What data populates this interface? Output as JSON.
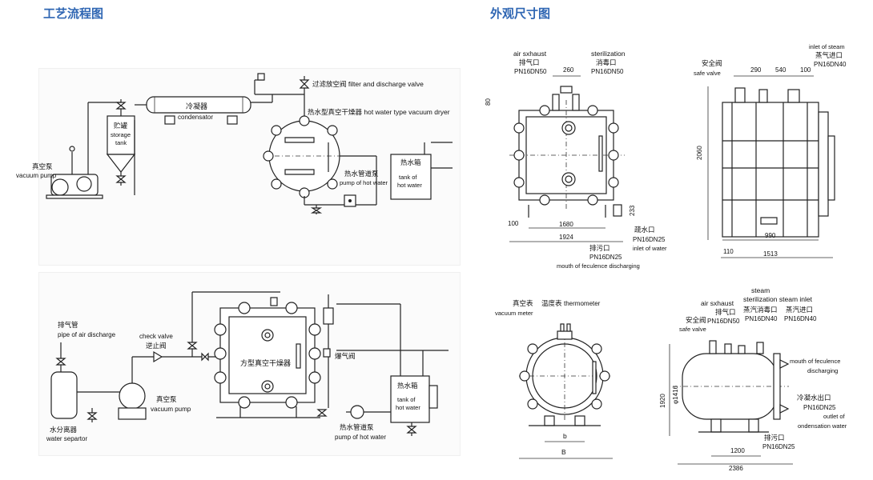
{
  "headings": {
    "process": "工艺流程图",
    "dimension": "外观尺寸图"
  },
  "flow1": {
    "filter_valve": "过滤放空阀 filter and discharge valve",
    "condenser": "冷凝器",
    "condenser_en": "condensator",
    "dryer_label": "热水型真空干燥器 hot water type vacuum dryer",
    "storage_tank_cn": "贮罐",
    "storage_tank_en1": "storage",
    "storage_tank_en2": "tank",
    "vacuum_pump_cn": "真空泵",
    "vacuum_pump_en": "vacuum pump",
    "hw_pump_cn": "热水管道泵",
    "hw_pump_en": "pump of hot water",
    "hw_tank_cn": "热水箱",
    "hw_tank_en1": "tank of",
    "hw_tank_en2": "hot water"
  },
  "flow2": {
    "exhaust_pipe_cn": "排气管",
    "exhaust_pipe_en": "pipe of air discharge",
    "check_valve_en": "check valve",
    "check_valve_cn": "逆止阀",
    "dryer_cn": "方型真空干燥器",
    "burst_valve_cn": "爆气阀",
    "water_sep_cn": "水分离器",
    "water_sep_en": "water separtor",
    "vac_pump_cn": "真空泵",
    "vac_pump_en": "vacuum pump",
    "hw_tank_cn": "热水箱",
    "hw_tank_en1": "tank of",
    "hw_tank_en2": "hot water",
    "hw_pump_cn": "热水管道泵",
    "hw_pump_en": "pump of hot water"
  },
  "dim1": {
    "air_ex_en": "air sxhaust",
    "air_ex_cn": "排气口",
    "air_ex_pn": "PN16DN50",
    "steril_en": "sterilization",
    "steril_cn": "消毒口",
    "steril_pn": "PN16DN50",
    "d260": "260",
    "d80": "80",
    "d233": "233",
    "d100": "100",
    "d1680": "1680",
    "d1924": "1924",
    "drain_cn": "疏水口",
    "drain_pn": "PN16DN25",
    "drain_en": "inlet of water",
    "sewage_cn": "排污口",
    "sewage_pn": "PN16DN25",
    "sewage_en": "mouth of feculence discharging"
  },
  "dim2": {
    "safe_cn": "安全阀",
    "safe_en": "safe valve",
    "d290": "290",
    "d540": "540",
    "d100": "100",
    "steam_en": "inlet of steam",
    "steam_cn": "蒸气进口",
    "steam_pn": "PN16DN40",
    "d2060": "2060",
    "d990": "990",
    "d110": "110",
    "d1513": "1513"
  },
  "dim3": {
    "vac_meter_cn": "真空表",
    "thermo_cn": "温度表",
    "thermo_en": "thermometer",
    "vac_meter_en": "vacuum meter",
    "b_small": "b",
    "b_big": "B"
  },
  "dim4": {
    "steam_title": "steam",
    "steril_inlet": "sterilization steam inlet",
    "air_ex_en": "air sxhaust",
    "air_ex_cn": "排气口",
    "air_ex_pn": "PN16DN50",
    "steril_cn": "蒸汽消毒口",
    "steril_pn": "PN16DN40",
    "steam_cn": "蒸汽进口",
    "steam_pn": "PN16DN40",
    "safe_cn": "安全阀",
    "safe_en": "safe valve",
    "mouth_en1": "mouth of feculence",
    "mouth_en2": "discharging",
    "d1920": "1920",
    "d1416": "φ1416",
    "cond_cn": "冷凝水出口",
    "cond_pn": "PN16DN25",
    "cond_en1": "outlet of",
    "cond_en2": "ondensation water",
    "sew_cn": "排污口",
    "sew_pn": "PN16DN25",
    "d1200": "1200",
    "d2386": "2386"
  }
}
